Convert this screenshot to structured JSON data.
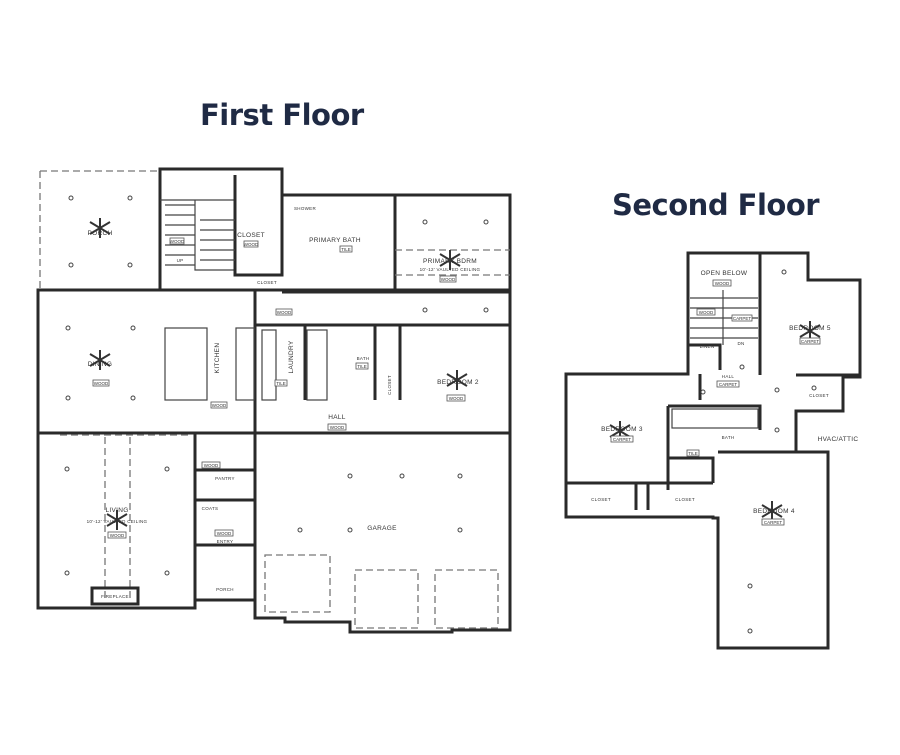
{
  "titles": {
    "first_floor": "First Floor",
    "second_floor": "Second Floor"
  },
  "colors": {
    "title": "#1f2a44",
    "walls": "#2a2a2a",
    "background": "#ffffff"
  },
  "first_floor": {
    "rooms": {
      "porch_rear": "PORCH",
      "closet_upper": "CLOSET",
      "shower": "SHOWER",
      "primary_bath": "PRIMARY BATH",
      "primary_bdrm": "PRIMARY BDRM",
      "primary_bdrm_ceiling": "10'-12' VAULTED CEILING",
      "closet_small": "CLOSET",
      "dining": "DINING",
      "kitchen": "KITCHEN",
      "laundry": "LAUNDRY",
      "bath": "BATH",
      "closet_hall": "CLOSET",
      "bedroom_2": "BEDROOM 2",
      "hall": "HALL",
      "pantry": "PANTRY",
      "coats": "COATS",
      "entry": "ENTRY",
      "living": "LIVING",
      "living_ceiling": "10'-12' VAULTED CEILING",
      "fireplace": "FIREPLACE",
      "porch_front": "PORCH",
      "garage": "GARAGE",
      "stairs_up": "UP"
    },
    "floor_tags": {
      "wood": "WOOD",
      "tile": "TILE"
    }
  },
  "second_floor": {
    "rooms": {
      "open_below": "OPEN BELOW",
      "linen": "LINEN",
      "hall": "HALL",
      "bedroom_5": "BEDROOM 5",
      "closet_b5": "CLOSET",
      "bedroom_3": "BEDROOM 3",
      "bath": "BATH",
      "hvac_attic": "HVAC/ATTIC",
      "closet_b3": "CLOSET",
      "closet_b4": "CLOSET",
      "bedroom_4": "BEDROOM 4",
      "stairs_down": "DN"
    },
    "floor_tags": {
      "wood": "WOOD",
      "carpet": "CARPET",
      "tile": "TILE"
    }
  }
}
